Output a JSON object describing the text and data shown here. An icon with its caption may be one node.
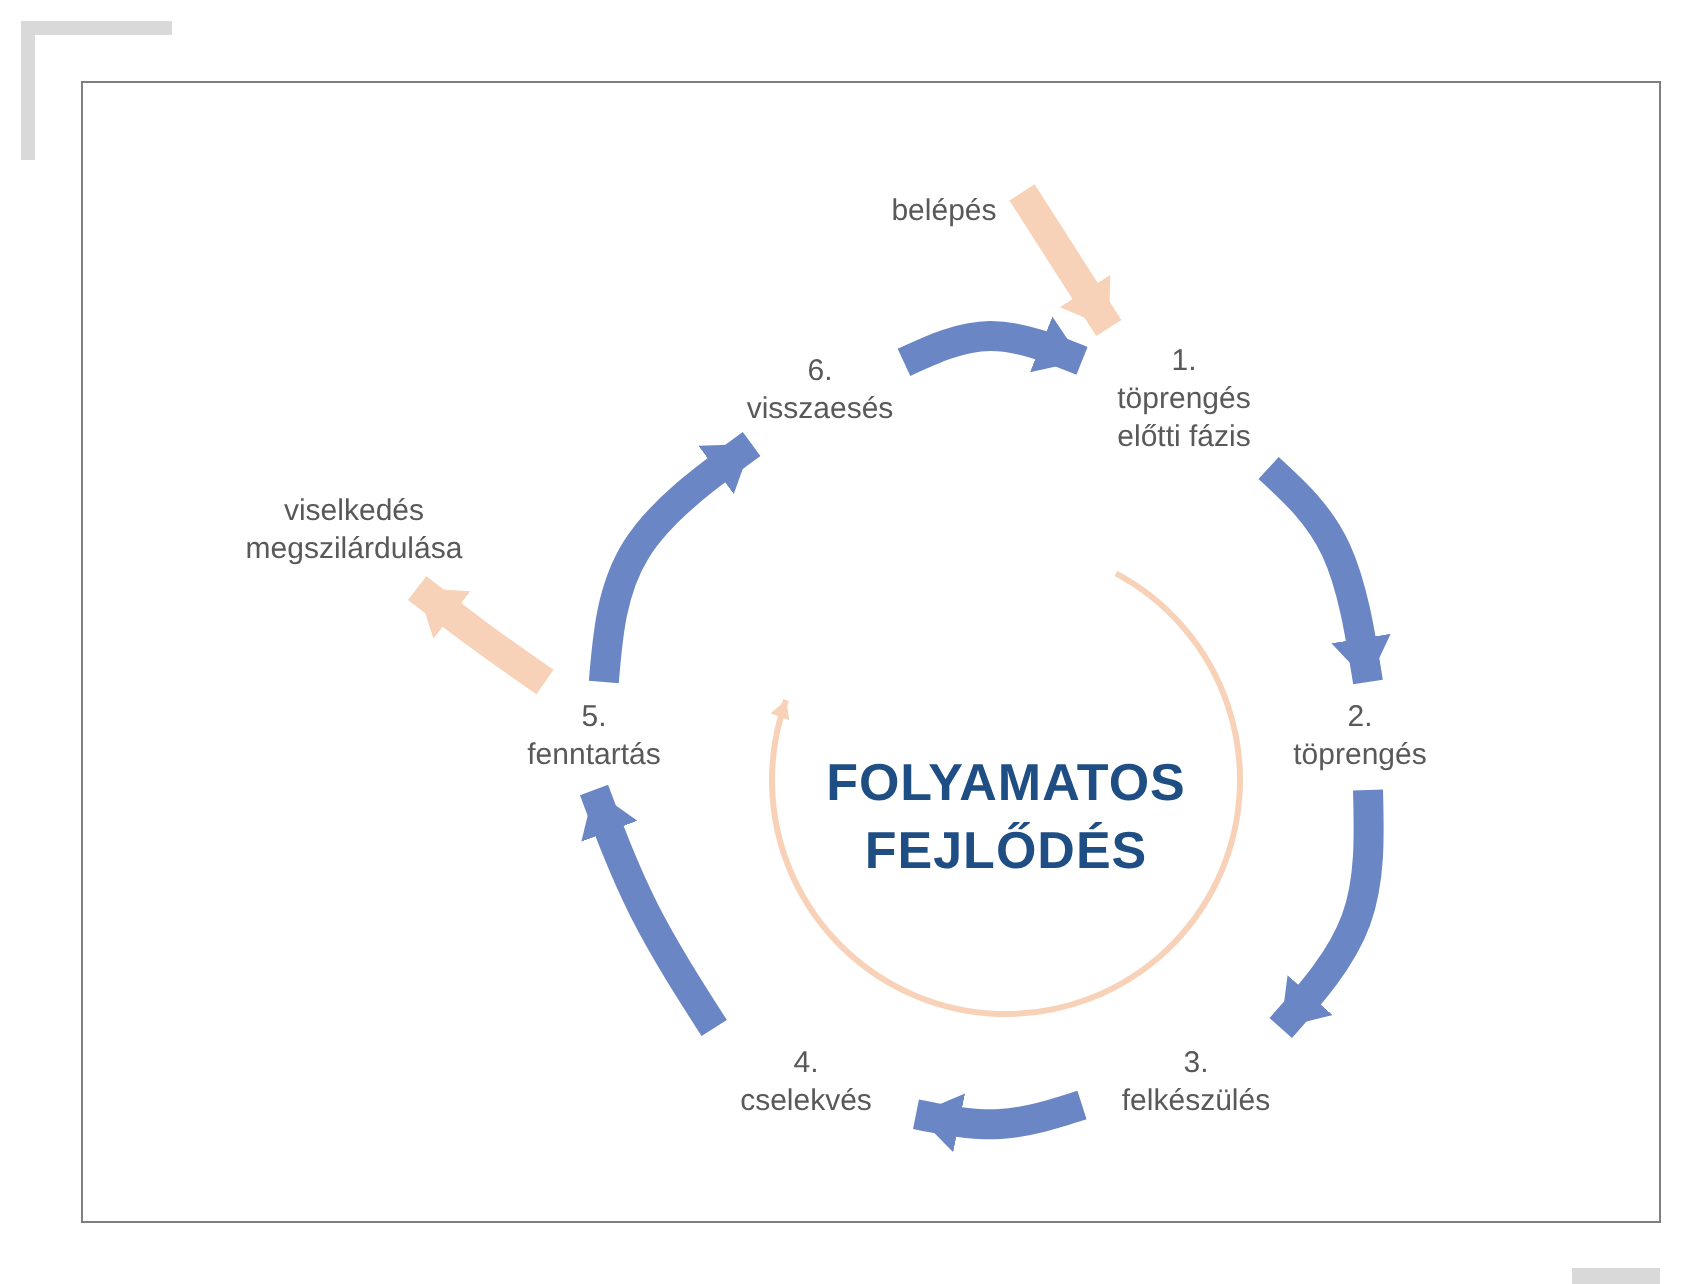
{
  "diagram": {
    "nodes": [
      {
        "text": [
          "belépés"
        ]
      },
      {
        "text": [
          "1.",
          "töprengés előtti fázis"
        ]
      },
      {
        "text": [
          "2.",
          "töprengés"
        ]
      },
      {
        "text": [
          "3.",
          "felkészülés"
        ]
      },
      {
        "text": [
          "4.",
          "cselekvés"
        ]
      },
      {
        "text": [
          "5.",
          "fenntartás"
        ]
      },
      {
        "text": [
          "6.",
          "visszaesés"
        ]
      },
      {
        "text": [
          "viselkedés megszilárdulása"
        ]
      },
      {
        "text": [
          "FOLYAMATOS FEJLŐDÉS"
        ]
      }
    ],
    "edges": [
      {
        "from": 0,
        "to": 1,
        "arrow": "to",
        "color": "#f8d2b8"
      },
      {
        "from": 1,
        "to": 2,
        "arrow": "to"
      },
      {
        "from": 2,
        "to": 3,
        "arrow": "to"
      },
      {
        "from": 3,
        "to": 4,
        "arrow": "to"
      },
      {
        "from": 4,
        "to": 5,
        "arrow": "to"
      },
      {
        "from": 5,
        "to": 6,
        "arrow": "to"
      },
      {
        "from": 6,
        "to": 1,
        "arrow": "to"
      },
      {
        "from": 5,
        "to": 7,
        "arrow": "to",
        "color": "#f8d2b8"
      }
    ]
  }
}
